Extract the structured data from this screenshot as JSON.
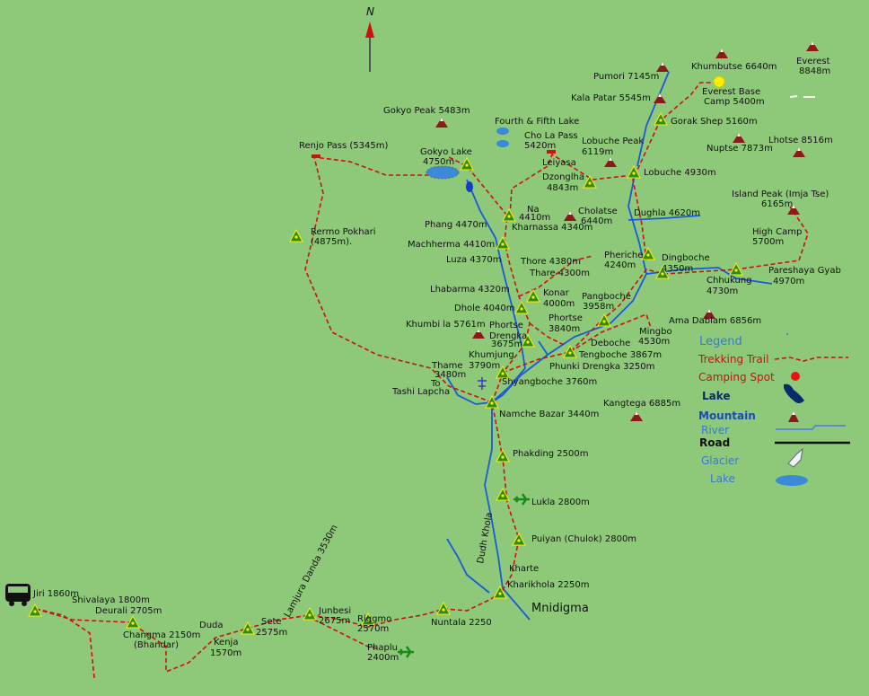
{
  "map": {
    "north": "N",
    "colors": {
      "background": "#8ec97a",
      "trail": "#cc1111",
      "river": "#1a5ad8",
      "camp": "#2e8b1e",
      "mountain": "#8b1a1a",
      "lake": "#3a8ad8",
      "yellow": "#ffee00"
    },
    "camps": [
      {
        "name": "Jiri 1860m"
      },
      {
        "name": "Shivalaya 1800m"
      },
      {
        "name": "Deurali 2705m"
      },
      {
        "name": "Changma 2150m"
      },
      {
        "name": "(Bhandar)"
      },
      {
        "name": "Sete"
      },
      {
        "name": "2575m"
      },
      {
        "name": "Junbesi"
      },
      {
        "name": "2675m"
      },
      {
        "name": "Riggmo"
      },
      {
        "name": "2570m"
      },
      {
        "name": "Nuntala 2250"
      },
      {
        "name": "Kharikhola 2250m"
      },
      {
        "name": "Puiyan (Chulok) 2800m"
      },
      {
        "name": "Lukla 2800m"
      },
      {
        "name": "Phakding 2500m"
      },
      {
        "name": "Namche Bazar 3440m"
      },
      {
        "name": "Shyangboche 3760m"
      },
      {
        "name": "Tengboche 3867m"
      },
      {
        "name": "Phunki Drengka 3250m"
      },
      {
        "name": "Phortse"
      },
      {
        "name": "3840m"
      },
      {
        "name": "Phortse"
      },
      {
        "name": "Drengka"
      },
      {
        "name": "3675m"
      },
      {
        "name": "Pangboche"
      },
      {
        "name": "3958m"
      },
      {
        "name": "Konar"
      },
      {
        "name": "4000m"
      },
      {
        "name": "Dhole 4040m"
      },
      {
        "name": "Lhabarma 4320m"
      },
      {
        "name": "Luza 4370m"
      },
      {
        "name": "Machherma 4410m"
      },
      {
        "name": "Phang 4470m"
      },
      {
        "name": "Na"
      },
      {
        "name": "4410m"
      },
      {
        "name": "Kharnassa 4340m"
      },
      {
        "name": "Gokyo Lake"
      },
      {
        "name": "4750m"
      },
      {
        "name": "Dzonglha"
      },
      {
        "name": "4843m"
      },
      {
        "name": "Lobuche 4930m"
      },
      {
        "name": "Gorak Shep 5160m"
      },
      {
        "name": "Pheriche"
      },
      {
        "name": "4240m"
      },
      {
        "name": "Dingboche"
      },
      {
        "name": "4350m"
      },
      {
        "name": "Chhukung"
      },
      {
        "name": "4730m"
      },
      {
        "name": "Rermo Pokhari"
      },
      {
        "name": "(4875m)."
      }
    ],
    "mountains": [
      {
        "name": "Everest"
      },
      {
        "name": "8848m"
      },
      {
        "name": "Khumbutse 6640m"
      },
      {
        "name": "Pumori 7145m"
      },
      {
        "name": "Kala Patar 5545m"
      },
      {
        "name": "Nuptse 7873m"
      },
      {
        "name": "Lhotse 8516m"
      },
      {
        "name": "Lobuche Peak"
      },
      {
        "name": "6119m"
      },
      {
        "name": "Cholatse"
      },
      {
        "name": "6440m"
      },
      {
        "name": "Gokyo Peak 5483m"
      },
      {
        "name": "Ama Dablam 6856m"
      },
      {
        "name": "Kangtega 6885m"
      },
      {
        "name": "Khumbi la 5761m"
      },
      {
        "name": "Island Peak (Imja Tse)"
      },
      {
        "name": "6165m"
      }
    ],
    "other_labels": [
      {
        "name": "Everest Base"
      },
      {
        "name": "Camp 5400m"
      },
      {
        "name": "Fourth & Fifth Lake"
      },
      {
        "name": "Cho La Pass"
      },
      {
        "name": "5420m"
      },
      {
        "name": "Leiyasa"
      },
      {
        "name": "Renjo Pass (5345m)"
      },
      {
        "name": "Dughla 4620m"
      },
      {
        "name": "High Camp"
      },
      {
        "name": "5700m"
      },
      {
        "name": "Pareshaya Gyab"
      },
      {
        "name": "4970m"
      },
      {
        "name": "Thore 4380m"
      },
      {
        "name": "Thare 4300m"
      },
      {
        "name": "Khumjung"
      },
      {
        "name": "3790m"
      },
      {
        "name": "Thame"
      },
      {
        "name": "3480m"
      },
      {
        "name": "To"
      },
      {
        "name": "Tashi Lapcha"
      },
      {
        "name": "Deboche"
      },
      {
        "name": "Mingbo"
      },
      {
        "name": "4530m"
      },
      {
        "name": "Kharte"
      },
      {
        "name": "Mnidigma"
      },
      {
        "name": "Dudh Khola"
      },
      {
        "name": "Lamjura Danda 3530m"
      },
      {
        "name": "Duda"
      },
      {
        "name": "Kenja"
      },
      {
        "name": "1570m"
      },
      {
        "name": "Phaplu"
      },
      {
        "name": "2400m"
      }
    ],
    "legend": {
      "title": "Legend",
      "items": [
        "Trekking Trail",
        "Camping Spot",
        "Lake",
        "Mountain",
        "River",
        "Road",
        "Glacier",
        "Lake"
      ]
    }
  }
}
